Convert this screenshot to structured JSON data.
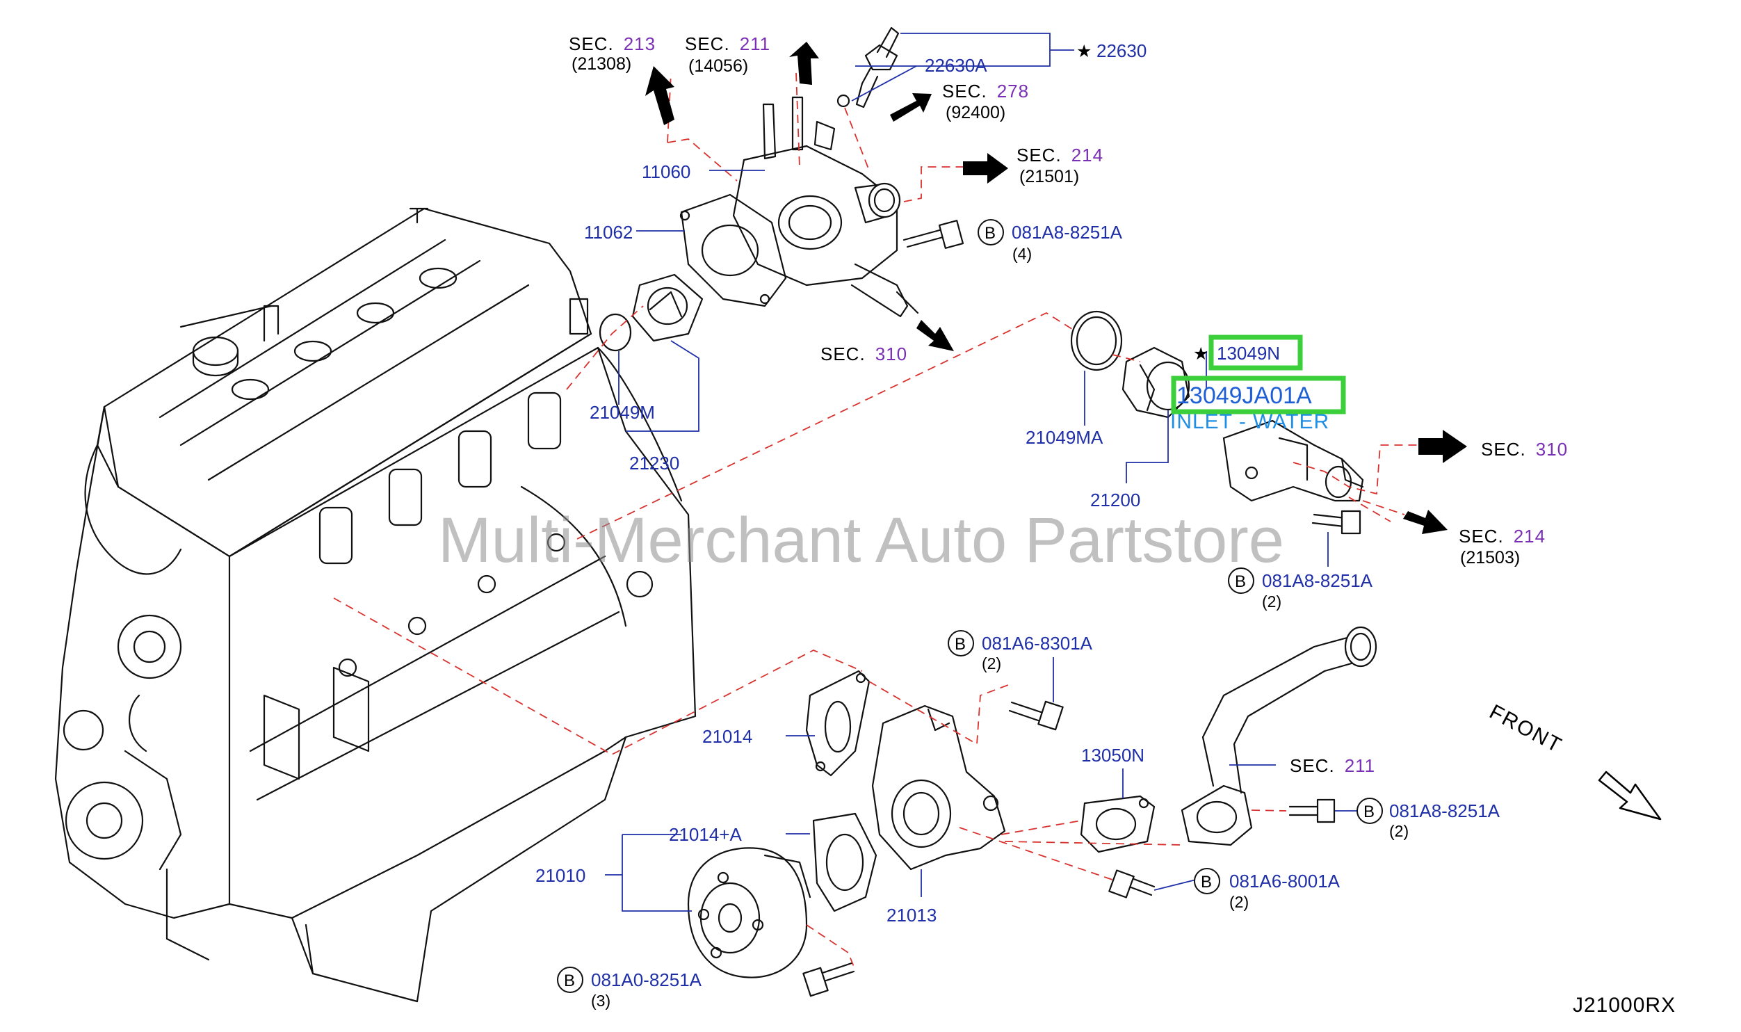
{
  "diagram_code": "J21000RX",
  "watermark": "Multi-Merchant Auto Partstore",
  "front_label": "FRONT",
  "highlighted_part": {
    "number": "13049JA01A",
    "name": "INLET - WATER"
  },
  "star_symbol": "★",
  "bolt_badge": "B",
  "part_numbers": {
    "p22630": "22630",
    "p22630A": "22630A",
    "p11060": "11060",
    "p11062": "11062",
    "p21049M": "21049M",
    "p21230": "21230",
    "p13049N": "13049N",
    "p21049MA": "21049MA",
    "p21200": "21200",
    "p21014": "21014",
    "p13050N": "13050N",
    "p21014A": "21014+A",
    "p21010": "21010",
    "p21013": "21013"
  },
  "bolts": {
    "b1": {
      "code": "081A8-8251A",
      "qty": "(4)"
    },
    "b2": {
      "code": "081A8-8251A",
      "qty": "(2)"
    },
    "b3": {
      "code": "081A6-8301A",
      "qty": "(2)"
    },
    "b4": {
      "code": "081A8-8251A",
      "qty": "(2)"
    },
    "b5": {
      "code": "081A6-8001A",
      "qty": "(2)"
    },
    "b6": {
      "code": "081A0-8251A",
      "qty": "(3)"
    }
  },
  "sections": {
    "s213": {
      "label": "SEC.",
      "num": "213",
      "ref": "(21308)"
    },
    "s211a": {
      "label": "SEC.",
      "num": "211",
      "ref": "(14056)"
    },
    "s278": {
      "label": "SEC.",
      "num": "278",
      "ref": "(92400)"
    },
    "s214a": {
      "label": "SEC.",
      "num": "214",
      "ref": "(21501)"
    },
    "s310a": {
      "label": "SEC.",
      "num": "310"
    },
    "s310b": {
      "label": "SEC.",
      "num": "310"
    },
    "s214b": {
      "label": "SEC.",
      "num": "214",
      "ref": "(21503)"
    },
    "s211b": {
      "label": "SEC.",
      "num": "211"
    }
  },
  "colors": {
    "part_number": "#1f2fa8",
    "section_number": "#7a2fb5",
    "highlight_box": "#3ccf3c",
    "callout_text": "#1f5fd6",
    "dashed_leader": "#d9322e"
  }
}
